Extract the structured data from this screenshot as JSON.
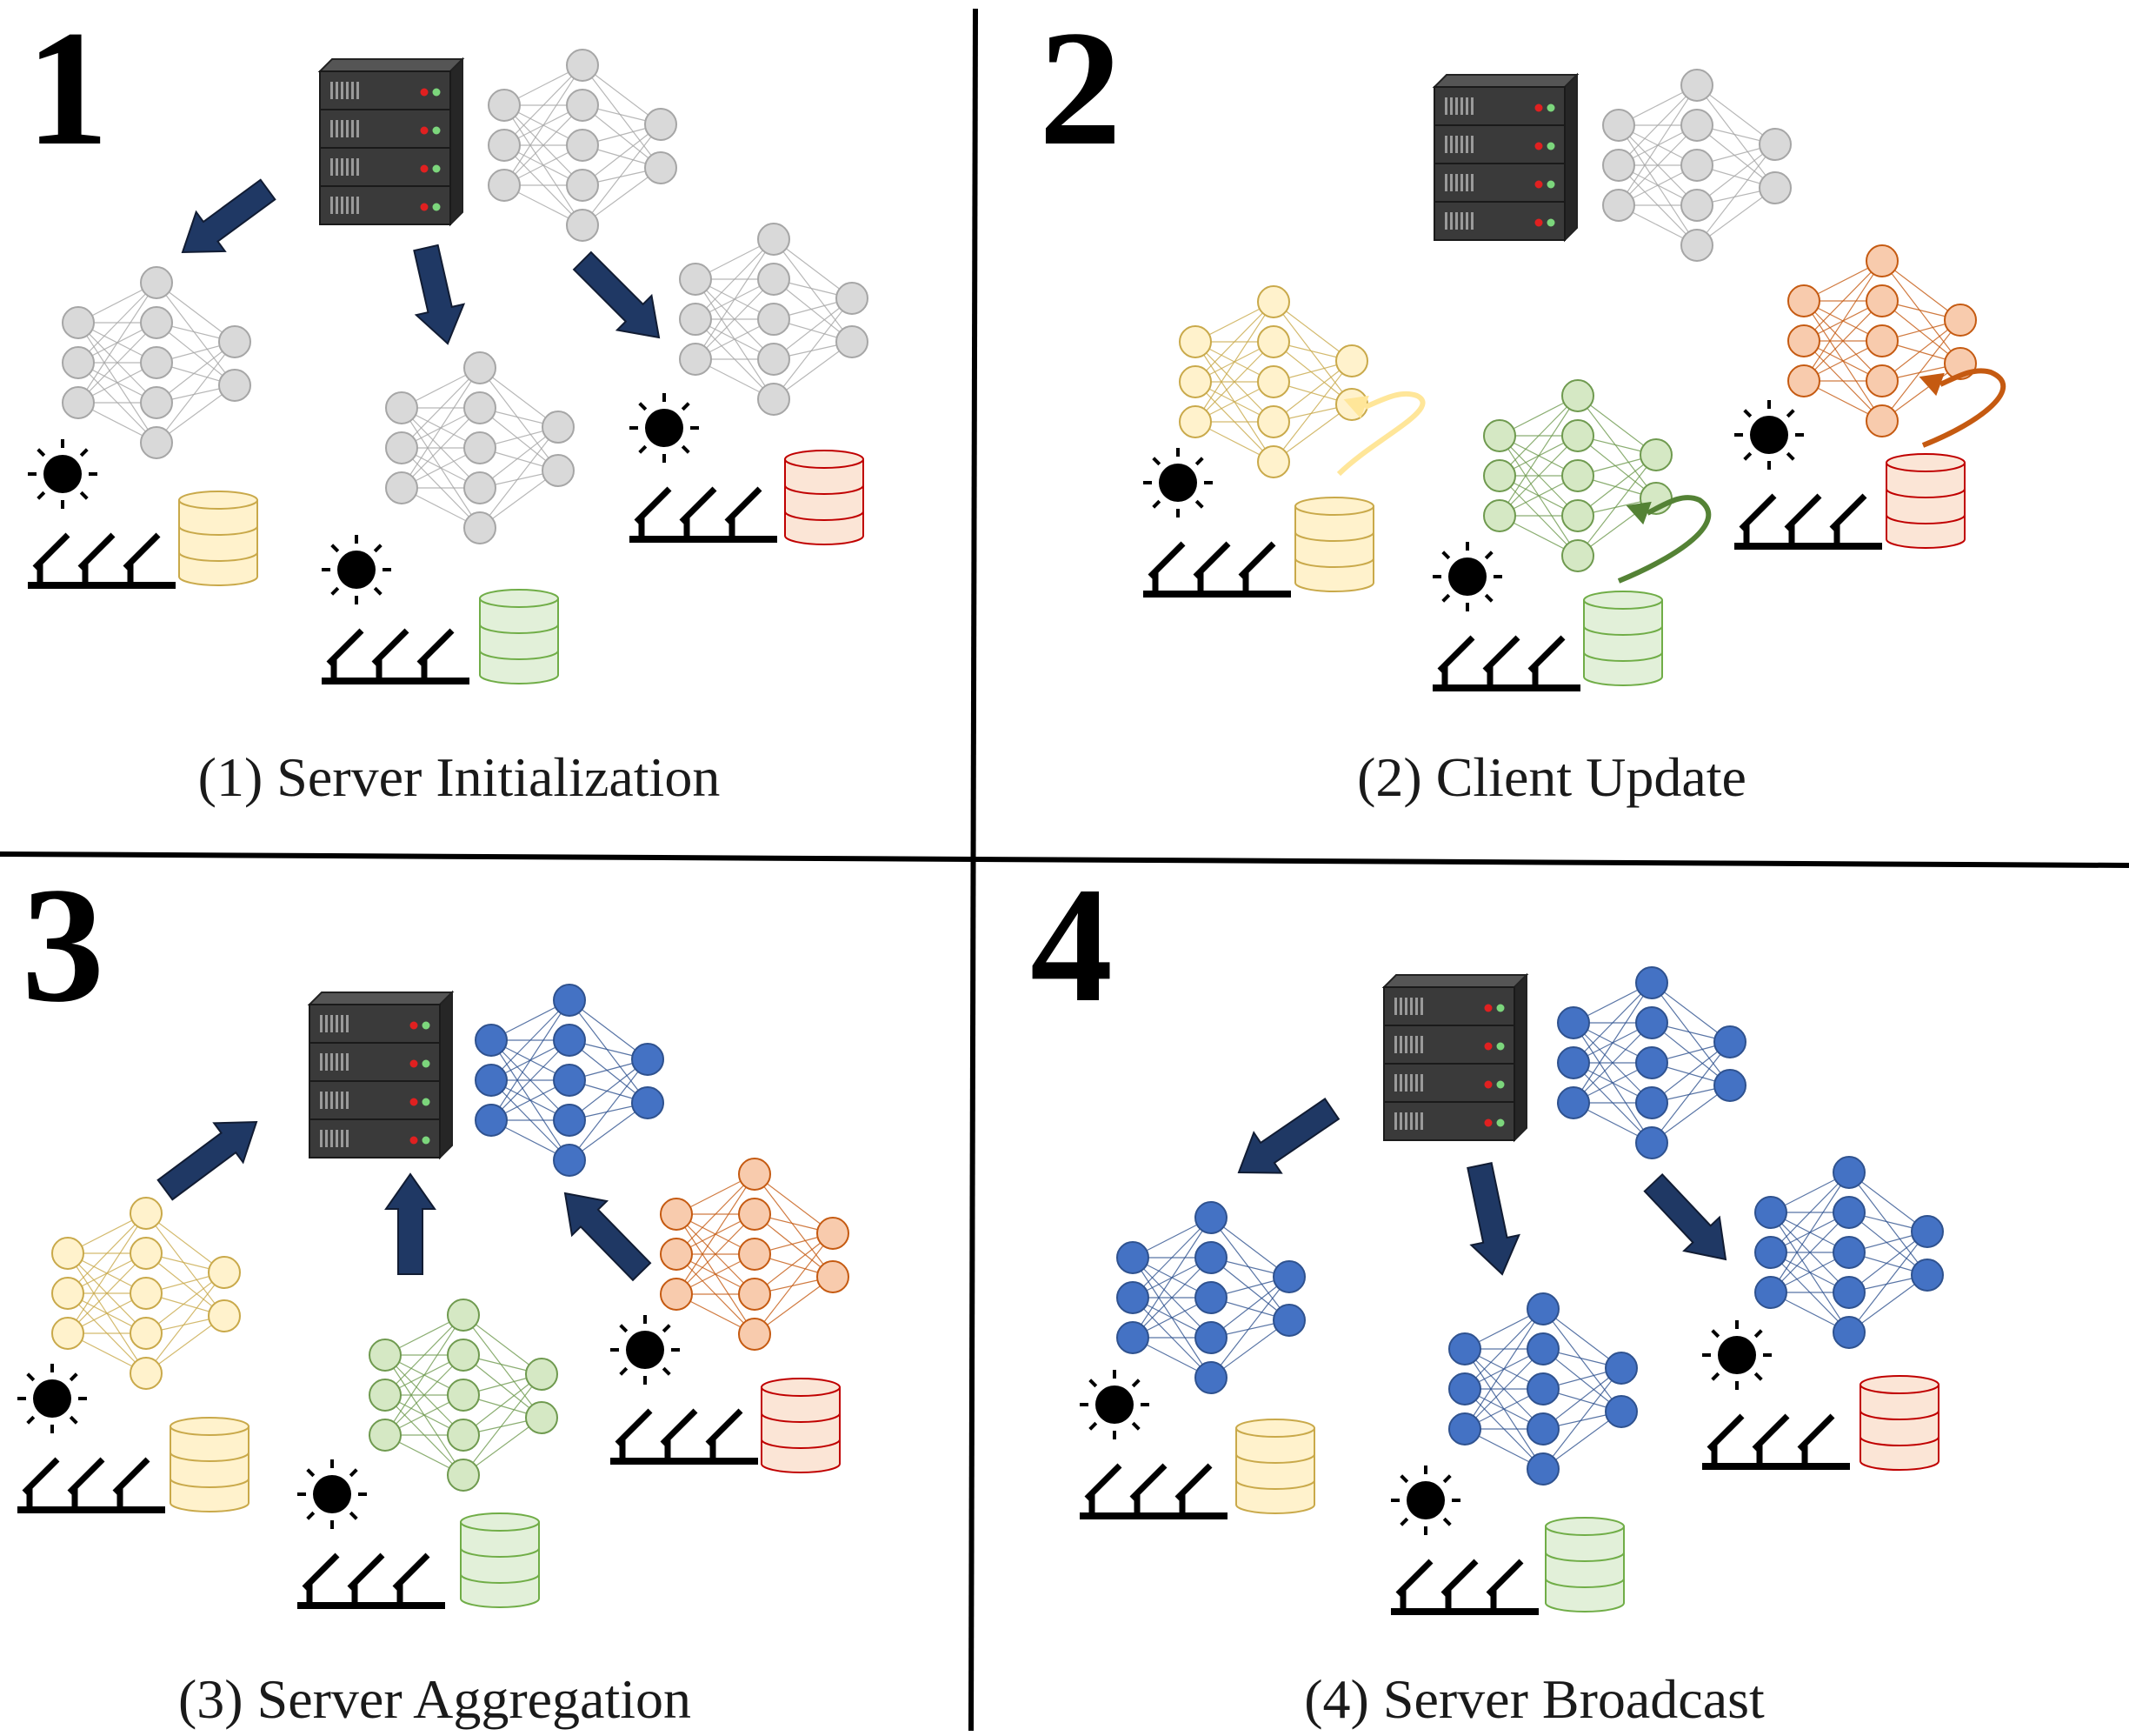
{
  "panels": [
    {
      "number": "1",
      "caption": "(1) Server Initialization"
    },
    {
      "number": "2",
      "caption": "(2) Client Update"
    },
    {
      "number": "3",
      "caption": "(3) Server Aggregation"
    },
    {
      "number": "4",
      "caption": "(4) Server Broadcast"
    }
  ],
  "colors": {
    "arrow": "#1f3864",
    "server_body": "#3a3a3a",
    "led_red": "#e02020",
    "led_green": "#7cd67c",
    "nn_gray": {
      "fill": "#d9d9d9",
      "stroke": "#a6a6a6"
    },
    "nn_yellow": {
      "fill": "#fff2cc",
      "stroke": "#c9a94a"
    },
    "nn_green": {
      "fill": "#d5e8c4",
      "stroke": "#6f9a4f"
    },
    "nn_orange": {
      "fill": "#f8cbad",
      "stroke": "#c55a11"
    },
    "nn_blue": {
      "fill": "#4472c4",
      "stroke": "#2f528f"
    },
    "db_yellow": {
      "fill": "#fff2cc",
      "stroke": "#c9a94a"
    },
    "db_green": {
      "fill": "#e2f0d9",
      "stroke": "#70ad47"
    },
    "db_red": {
      "fill": "#fbe5d6",
      "stroke": "#c00000"
    },
    "update_yellow": "#ffe699",
    "update_green": "#548235",
    "update_orange": "#c55a11"
  },
  "icons": [
    "server-icon",
    "neural-network-icon",
    "solar-panel-icon",
    "sun-icon",
    "database-icon",
    "arrow-icon"
  ]
}
